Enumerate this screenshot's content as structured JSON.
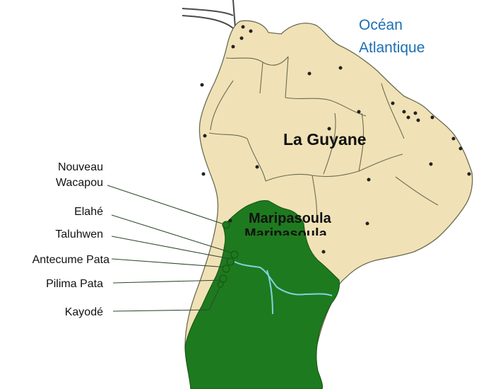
{
  "map": {
    "ocean_line1": "Océan",
    "ocean_line2": "Atlantique",
    "region_title": "La Guyane",
    "commune_label": "Maripasoula",
    "commune_label_echo": "Maripasoula",
    "villages": [
      {
        "line1": "Nouveau",
        "line2": "Wacapou"
      },
      {
        "line1": "Elahé"
      },
      {
        "line1": "Taluhwen"
      },
      {
        "line1": "Antecume Pata"
      },
      {
        "line1": "Pilima Pata"
      },
      {
        "line1": "Kayodé"
      }
    ]
  },
  "colors": {
    "land": "#F0E2B6",
    "commune": "#1E7A1E",
    "border": "#6B6B52",
    "river": "#7FD3DF",
    "ocean_text": "#1B6FB3",
    "ocean_ink": "#4A4A4A"
  }
}
